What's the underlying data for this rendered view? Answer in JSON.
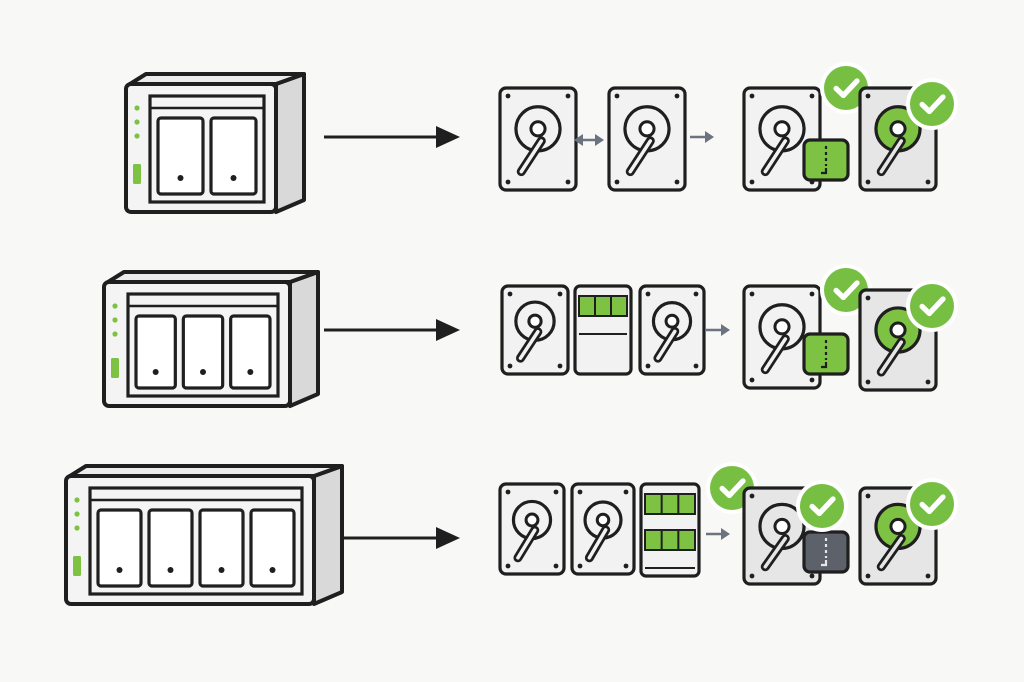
{
  "colors": {
    "background": "#f8f8f7",
    "outline": "#1f1f1f",
    "nas_body": "#f4f4f4",
    "nas_side": "#d9d9d9",
    "disk_fill": "#f2f2f2",
    "disk_fill_gray": "#e6e6e6",
    "accent_green": "#7dc242",
    "check_green": "#76bf43",
    "arrow_gray": "#6b7280",
    "chip_gray": "#5c616a"
  },
  "rows": [
    {
      "nas": {
        "bays": 2,
        "drive_icon": "nas-2-bay-icon"
      },
      "arrow_icon": "arrow-right-icon",
      "source_disks": [
        {
          "kind": "hdd",
          "icon": "hard-drive-icon"
        },
        {
          "kind": "connector-bidirectional",
          "icon": "arrow-left-right-icon"
        },
        {
          "kind": "hdd",
          "icon": "hard-drive-icon"
        },
        {
          "kind": "connector-right",
          "icon": "arrow-right-small-icon"
        }
      ],
      "result_disks": [
        {
          "kind": "hdd-with-chip",
          "chip": "green",
          "check": true,
          "icon": "hard-drive-check-icon"
        },
        {
          "kind": "hdd-green",
          "check": true,
          "icon": "hard-drive-check-icon"
        }
      ]
    },
    {
      "nas": {
        "bays": 3,
        "drive_icon": "nas-3-bay-icon"
      },
      "arrow_icon": "arrow-right-icon",
      "source_disks": [
        {
          "kind": "hdd",
          "icon": "hard-drive-icon"
        },
        {
          "kind": "parity-block",
          "stripes": 1,
          "icon": "parity-block-icon"
        },
        {
          "kind": "hdd",
          "icon": "hard-drive-icon"
        },
        {
          "kind": "connector-right",
          "icon": "arrow-right-small-icon"
        }
      ],
      "result_disks": [
        {
          "kind": "hdd-with-chip",
          "chip": "green",
          "check": true,
          "icon": "hard-drive-check-icon"
        },
        {
          "kind": "hdd-green",
          "check": true,
          "icon": "hard-drive-check-icon"
        }
      ]
    },
    {
      "nas": {
        "bays": 4,
        "drive_icon": "nas-4-bay-icon"
      },
      "arrow_icon": "arrow-right-icon",
      "source_disks": [
        {
          "kind": "hdd",
          "icon": "hard-drive-icon"
        },
        {
          "kind": "hdd",
          "icon": "hard-drive-icon"
        },
        {
          "kind": "parity-block",
          "stripes": 2,
          "icon": "parity-block-icon"
        },
        {
          "kind": "connector-right",
          "icon": "arrow-right-small-icon"
        }
      ],
      "result_disks": [
        {
          "kind": "check-only",
          "check": true,
          "icon": "check-badge-icon"
        },
        {
          "kind": "hdd-with-chip",
          "chip": "gray",
          "check": true,
          "icon": "hard-drive-check-icon"
        },
        {
          "kind": "hdd-green",
          "check": true,
          "icon": "hard-drive-check-icon"
        }
      ]
    }
  ]
}
